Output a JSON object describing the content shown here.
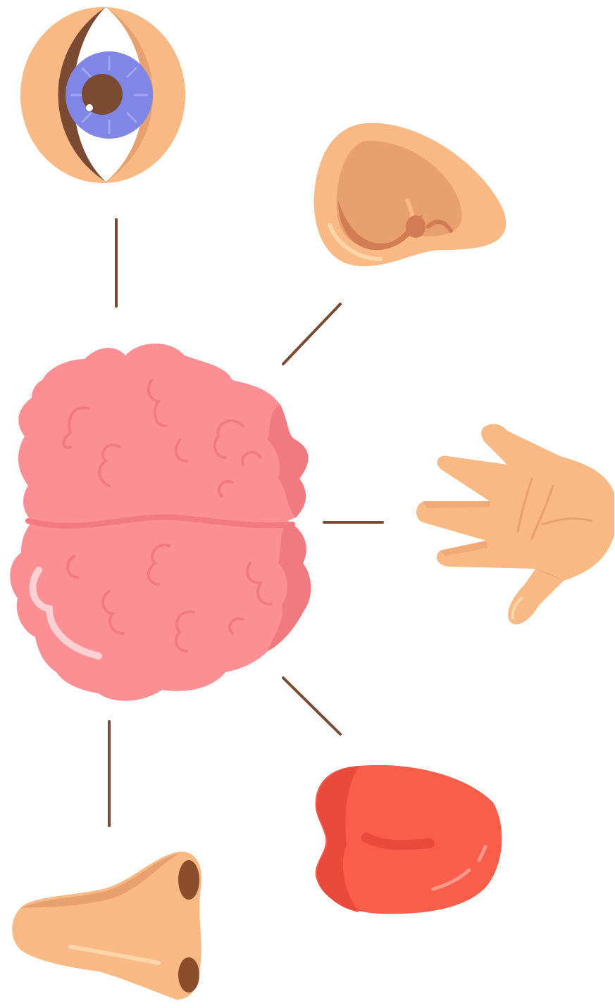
{
  "colors": {
    "background": "#ffffff",
    "connector": "#7a4a32",
    "skin": "#f8b985",
    "skin_shadow": "#e9a06f",
    "skin_deep": "#d27c55",
    "eye_iris": "#7f86e6",
    "eye_pupil": "#7a4a32",
    "brain": "#fc8f93",
    "brain_shadow": "#f07a7f",
    "brain_highlight": "#ffd1d2",
    "tongue": "#f85e4a",
    "tongue_shadow": "#e94a3c",
    "nostril": "#8a4f2a"
  },
  "organs": [
    {
      "sense": "sight",
      "icon": "eye-icon"
    },
    {
      "sense": "hearing",
      "icon": "ear-icon"
    },
    {
      "sense": "touch",
      "icon": "hand-icon"
    },
    {
      "sense": "taste",
      "icon": "tongue-icon"
    },
    {
      "sense": "smell",
      "icon": "nose-icon"
    }
  ],
  "center": {
    "icon": "brain-icon"
  }
}
